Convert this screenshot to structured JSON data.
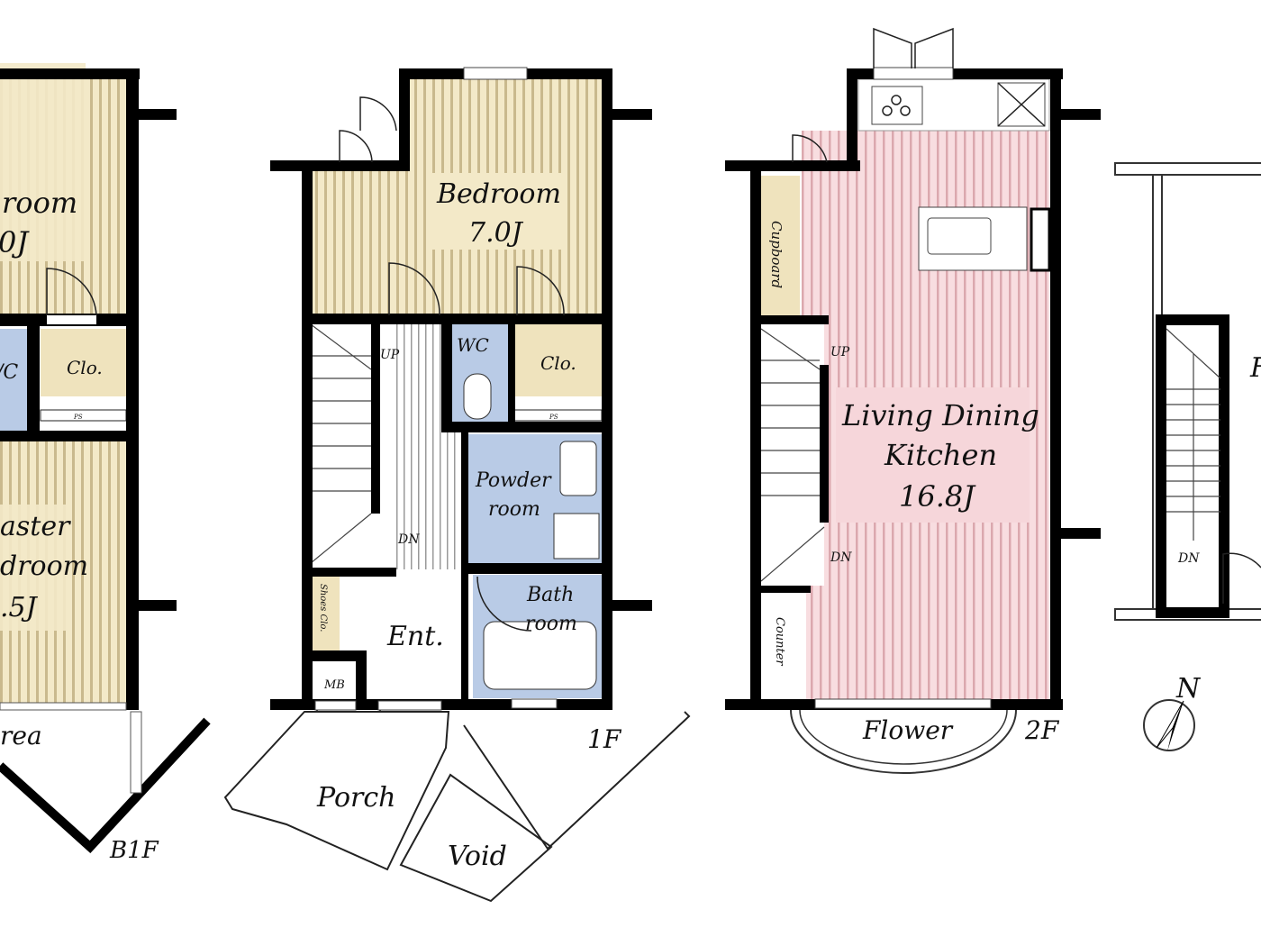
{
  "colors": {
    "beige": "#efe3bd",
    "blue": "#b9cbe6",
    "pink": "#f6d6da",
    "wall": "#000000"
  },
  "b1f": {
    "floor_label": "B1F",
    "room1_name": "room",
    "room1_size": "0J",
    "wc": "/C",
    "closet": "Clo.",
    "ps": "PS",
    "room2_line1": "aster",
    "room2_line2": "droom",
    "room2_size": ".5J",
    "area": "rea"
  },
  "f1": {
    "floor_label": "1F",
    "bedroom_name": "Bedroom",
    "bedroom_size": "7.0J",
    "wc": "WC",
    "closet": "Clo.",
    "ps": "PS",
    "up": "UP",
    "dn": "DN",
    "powder_line1": "Powder",
    "powder_line2": "room",
    "bath_line1": "Bath",
    "bath_line2": "room",
    "shoe_closet": "Shoes Clo.",
    "entrance": "Ent.",
    "mb": "MB",
    "porch": "Porch",
    "void": "Void"
  },
  "f2": {
    "floor_label": "2F",
    "ldk_line1": "Living Dining",
    "ldk_line2": "Kitchen",
    "ldk_size": "16.8J",
    "cupboard": "Cupboard",
    "counter": "Counter",
    "up": "UP",
    "dn": "DN",
    "flower": "Flower"
  },
  "f3": {
    "dn": "DN",
    "partial_label": "F"
  },
  "compass": {
    "north": "N",
    "icon": "compass-north-arrow-icon"
  }
}
